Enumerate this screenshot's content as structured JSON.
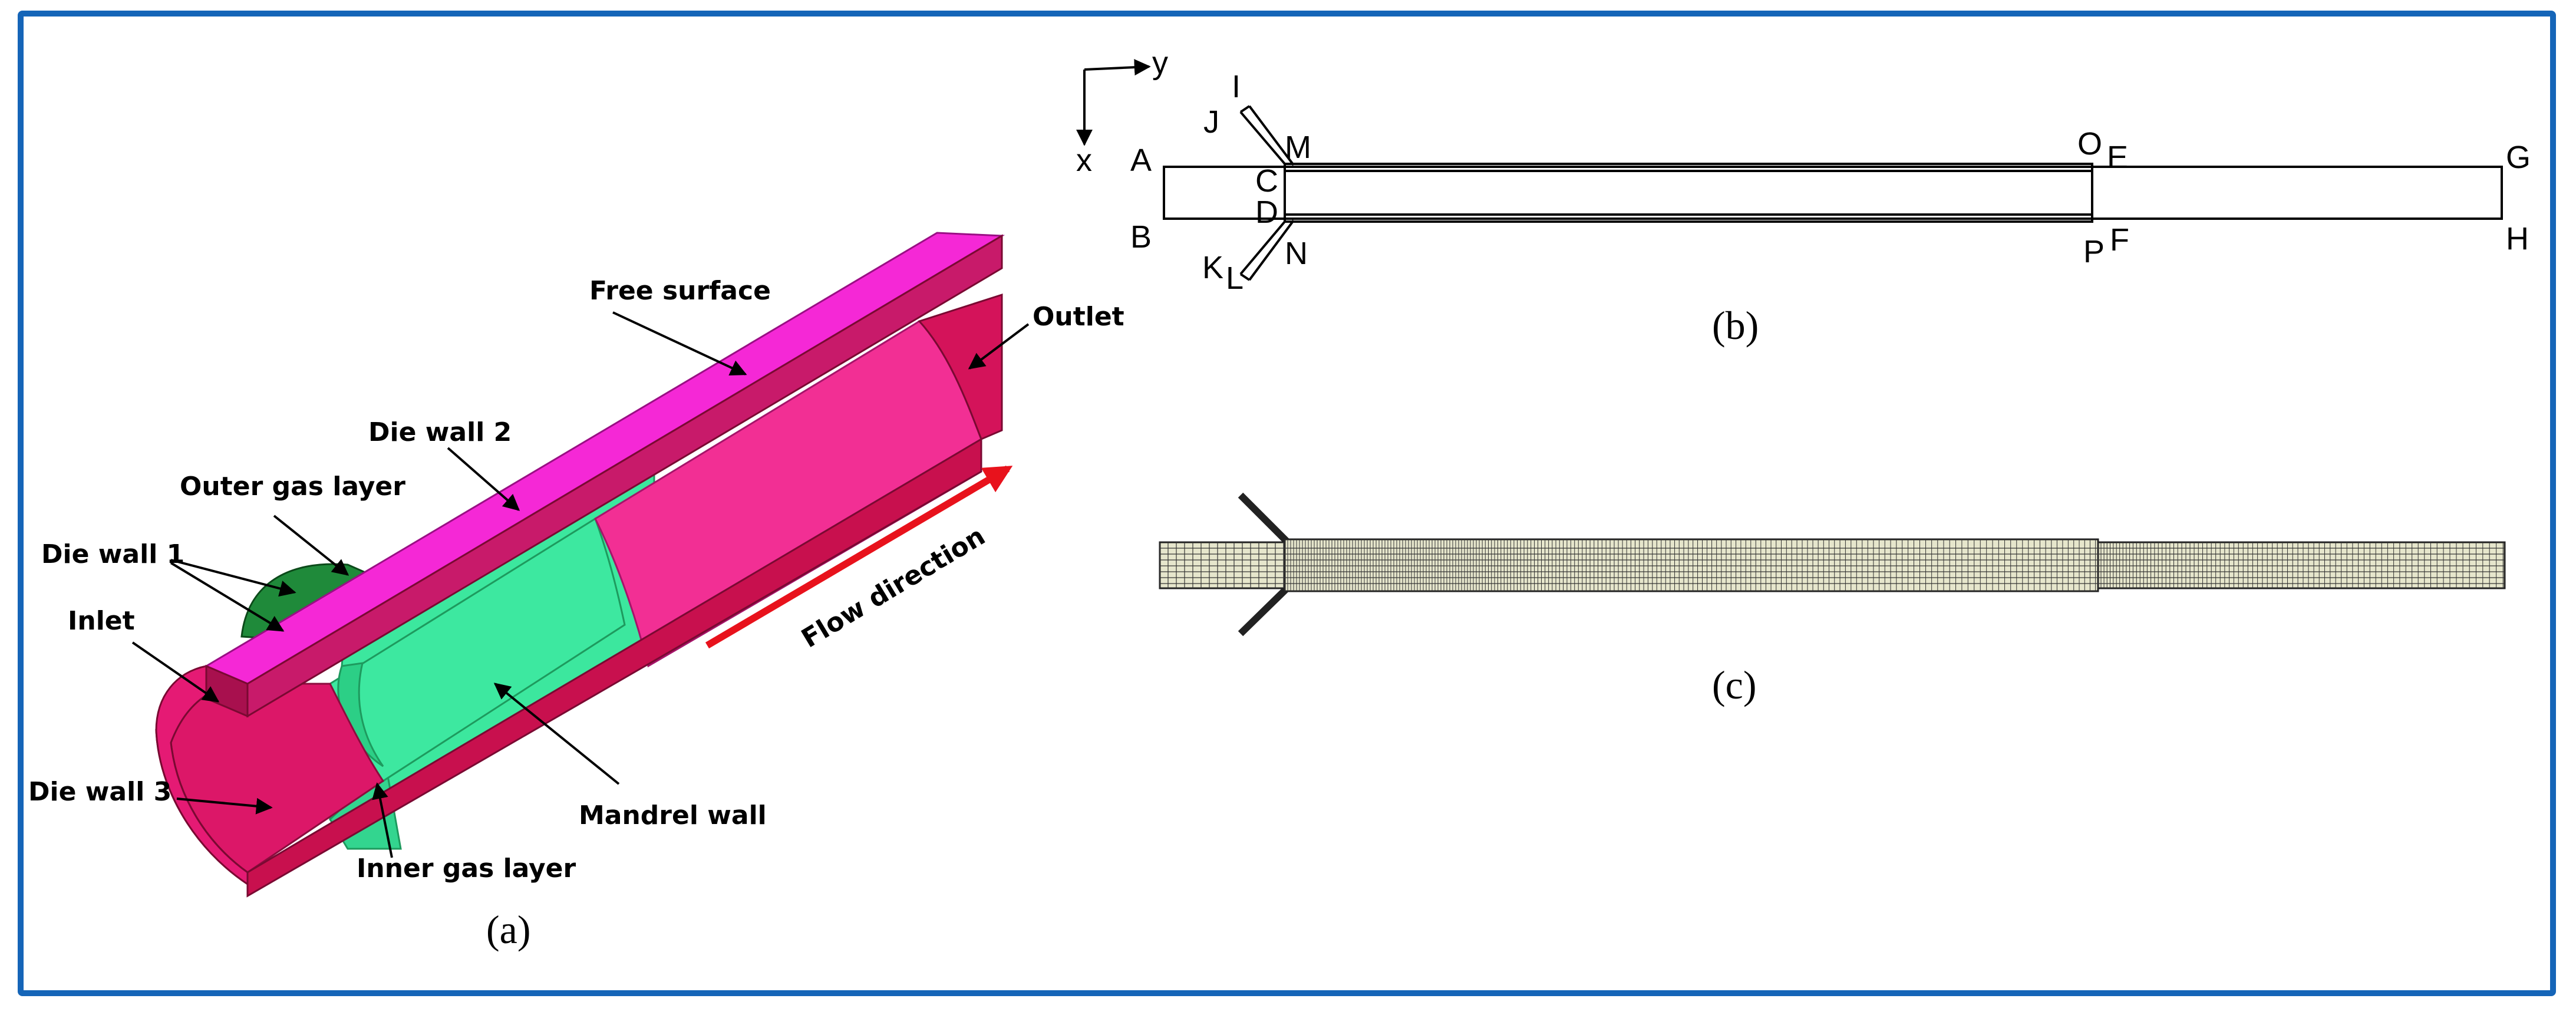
{
  "panel_a": {
    "caption": "(a)",
    "labels": {
      "free_surface": "Free surface",
      "outlet": "Outlet",
      "die_wall_2": "Die wall 2",
      "outer_gas_layer": "Outer gas layer",
      "die_wall_1": "Die wall 1",
      "inlet": "Inlet",
      "die_wall_3": "Die wall 3",
      "inner_gas_layer": "Inner gas layer",
      "mandrel_wall": "Mandrel wall",
      "flow_direction": "Flow direction"
    },
    "colors": {
      "magenta": "#ee1ecc",
      "crimson": "#d8145e",
      "green": "#3ce79e",
      "dark_green": "#1f8a3a",
      "arrow": "#e8121c"
    }
  },
  "panel_b": {
    "caption": "(b)",
    "axes": {
      "y": "y",
      "x": "x"
    },
    "points": {
      "A": "A",
      "B": "B",
      "C": "C",
      "D": "D",
      "E": "E",
      "F": "F",
      "G": "G",
      "H": "H",
      "I": "I",
      "J": "J",
      "K": "K",
      "L": "L",
      "M": "M",
      "N": "N",
      "O": "O",
      "P": "P"
    }
  },
  "panel_c": {
    "caption": "(c)",
    "colors": {
      "mesh_fill": "#e6e6cc",
      "mesh_line": "#222222"
    }
  },
  "frame_color": "#1565b8"
}
